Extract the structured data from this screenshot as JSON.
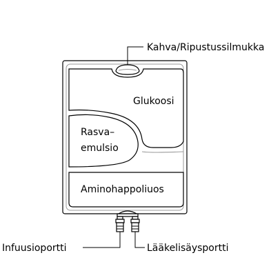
{
  "labels": {
    "handle": "Kahva/Ripustussilmukka",
    "glucose": "Glukoosi",
    "fat_emulsion_line1": "Rasva–",
    "fat_emulsion_line2": "emulsio",
    "amino_acids": "Aminohappoliuos",
    "infusion_port": "Infuusioportti",
    "medication_port": "Lääkelisäysportti"
  }
}
